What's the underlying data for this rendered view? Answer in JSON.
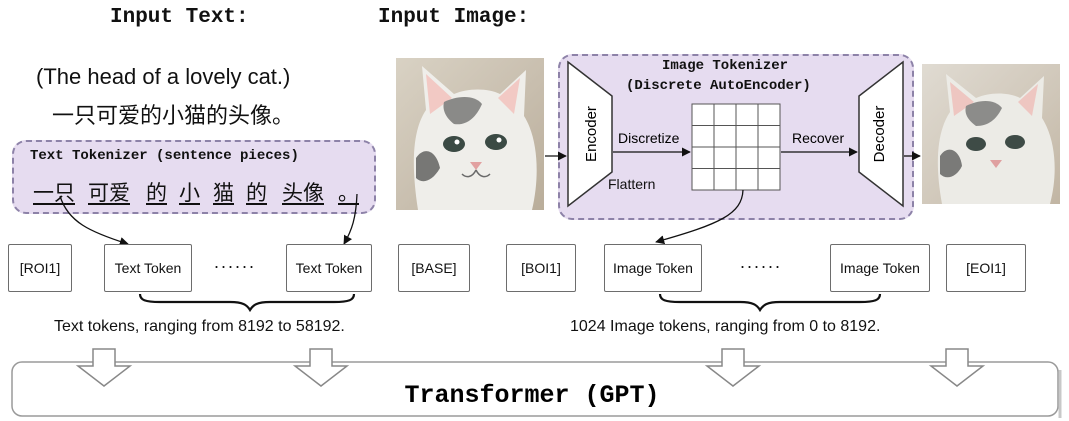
{
  "headings": {
    "input_text": "Input Text:",
    "input_image": "Input Image:"
  },
  "input_text": {
    "english": "(The head of a lovely cat.)",
    "chinese": "一只可爱的小猫的头像。"
  },
  "text_tokenizer": {
    "title": "Text Tokenizer (sentence pieces)",
    "segments": [
      "一只",
      "可爱",
      "的",
      "小",
      "猫",
      "的",
      "头像",
      "。"
    ]
  },
  "image_tokenizer": {
    "title_line1": "Image Tokenizer",
    "title_line2": "(Discrete AutoEncoder)",
    "encoder": "Encoder",
    "decoder": "Decoder",
    "discretize": "Discretize",
    "recover": "Recover",
    "flattern": "Flattern"
  },
  "tokens": {
    "roi1": "[ROI1]",
    "text_token_1": "Text Token",
    "dots_1": "......",
    "text_token_2": "Text Token",
    "base": "[BASE]",
    "boi1": "[BOI1]",
    "image_token_1": "Image Token",
    "dots_2": "......",
    "image_token_2": "Image Token",
    "eoi1": "[EOI1]"
  },
  "captions": {
    "text_tokens": "Text tokens, ranging from 8192 to 58192.",
    "image_tokens": "1024 Image tokens, ranging from 0 to 8192."
  },
  "transformer": {
    "label": "Transformer (GPT)"
  }
}
